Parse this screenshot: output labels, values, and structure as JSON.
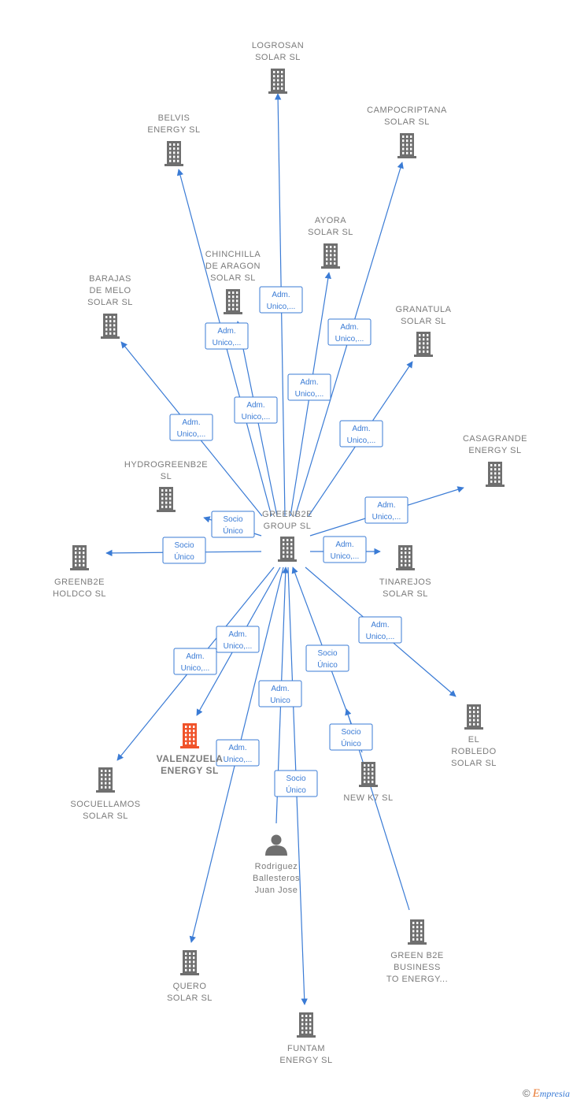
{
  "colors": {
    "edge": "#3a7bd5",
    "building": "#6f6f6f",
    "focus_building": "#f0532a",
    "label": "#7b7b7b"
  },
  "watermark": {
    "symbol": "©",
    "first_letter": "E",
    "rest": "mpresia"
  },
  "nodes": [
    {
      "id": "logrosan",
      "type": "company-icon",
      "label": [
        "LOGROSAN",
        "SOLAR  SL"
      ]
    },
    {
      "id": "belvis",
      "type": "company-icon",
      "label": [
        "BELVIS",
        "ENERGY  SL"
      ]
    },
    {
      "id": "campocriptana",
      "type": "company-icon",
      "label": [
        "CAMPOCRIPTANA",
        "SOLAR  SL"
      ]
    },
    {
      "id": "ayora",
      "type": "company-icon",
      "label": [
        "AYORA",
        "SOLAR  SL"
      ]
    },
    {
      "id": "chinchilla",
      "type": "company-icon",
      "label": [
        "CHINCHILLA",
        "DE ARAGON",
        "SOLAR  SL"
      ]
    },
    {
      "id": "barajas",
      "type": "company-icon",
      "label": [
        "BARAJAS",
        "DE MELO",
        "SOLAR  SL"
      ]
    },
    {
      "id": "granatula",
      "type": "company-icon",
      "label": [
        "GRANATULA",
        "SOLAR  SL"
      ]
    },
    {
      "id": "casagrande",
      "type": "company-icon",
      "label": [
        "CASAGRANDE",
        "ENERGY  SL"
      ]
    },
    {
      "id": "hydrogreen",
      "type": "company-icon",
      "label": [
        "HYDROGREENB2E",
        "SL"
      ]
    },
    {
      "id": "greenb2e_group",
      "type": "company-icon",
      "label": [
        "GREENB2E",
        "GROUP  SL"
      ]
    },
    {
      "id": "greenb2e_holdco",
      "type": "company-icon",
      "label": [
        "GREENB2E",
        "HOLDCO  SL"
      ]
    },
    {
      "id": "tinarejos",
      "type": "company-icon",
      "label": [
        "TINAREJOS",
        "SOLAR  SL"
      ]
    },
    {
      "id": "el_robledo",
      "type": "company-icon",
      "label": [
        "EL",
        "ROBLEDO",
        "SOLAR  SL"
      ]
    },
    {
      "id": "valenzuela",
      "type": "company-icon",
      "label": [
        "VALENZUELA",
        "ENERGY  SL"
      ],
      "focus": true
    },
    {
      "id": "socuellamos",
      "type": "company-icon",
      "label": [
        "SOCUELLAMOS",
        "SOLAR  SL"
      ]
    },
    {
      "id": "new_k7",
      "type": "company-icon",
      "label": [
        "NEW K7  SL"
      ]
    },
    {
      "id": "rodriguez",
      "type": "person-icon",
      "label": [
        "Rodriguez",
        "Ballesteros",
        "Juan Jose"
      ]
    },
    {
      "id": "green_b2e_business",
      "type": "company-icon",
      "label": [
        "GREEN B2E",
        "BUSINESS",
        "TO ENERGY..."
      ]
    },
    {
      "id": "quero",
      "type": "company-icon",
      "label": [
        "QUERO",
        "SOLAR  SL"
      ]
    },
    {
      "id": "funtam",
      "type": "company-icon",
      "label": [
        "FUNTAM",
        "ENERGY  SL"
      ]
    }
  ],
  "edges": [
    {
      "from": "greenb2e_group",
      "to": "logrosan",
      "label": [
        "Adm.",
        "Unico,..."
      ]
    },
    {
      "from": "greenb2e_group",
      "to": "belvis",
      "label": [
        "Adm.",
        "Unico,..."
      ]
    },
    {
      "from": "greenb2e_group",
      "to": "chinchilla",
      "label": [
        "Adm.",
        "Unico,..."
      ]
    },
    {
      "from": "greenb2e_group",
      "to": "campocriptana",
      "label": [
        "Adm.",
        "Unico,..."
      ]
    },
    {
      "from": "greenb2e_group",
      "to": "ayora",
      "label": [
        "Adm.",
        "Unico,..."
      ]
    },
    {
      "from": "greenb2e_group",
      "to": "barajas",
      "label": [
        "Adm.",
        "Unico,..."
      ]
    },
    {
      "from": "greenb2e_group",
      "to": "granatula",
      "label": [
        "Adm.",
        "Unico,..."
      ]
    },
    {
      "from": "greenb2e_group",
      "to": "casagrande",
      "label": [
        "Adm.",
        "Unico,..."
      ]
    },
    {
      "from": "greenb2e_group",
      "to": "hydrogreen",
      "label": [
        "Socio",
        "Único"
      ]
    },
    {
      "from": "greenb2e_group",
      "to": "greenb2e_holdco",
      "label": [
        "Socio",
        "Único"
      ]
    },
    {
      "from": "greenb2e_group",
      "to": "tinarejos",
      "label": [
        "Adm.",
        "Unico,..."
      ]
    },
    {
      "from": "greenb2e_group",
      "to": "el_robledo",
      "label": [
        "Adm.",
        "Unico,..."
      ]
    },
    {
      "from": "greenb2e_group",
      "to": "valenzuela",
      "label": [
        "Adm.",
        "Unico,..."
      ]
    },
    {
      "from": "greenb2e_group",
      "to": "socuellamos",
      "label": [
        "Adm.",
        "Unico,..."
      ]
    },
    {
      "from": "greenb2e_group",
      "to": "quero",
      "label": [
        "Adm.",
        "Unico,..."
      ]
    },
    {
      "from": "rodriguez",
      "to": "greenb2e_group",
      "label": [
        "Adm.",
        "Unico"
      ]
    },
    {
      "from": "new_k7",
      "to": "greenb2e_group",
      "label": [
        "Socio",
        "Único"
      ]
    },
    {
      "from": "green_b2e_business",
      "to": "new_k7",
      "label": [
        "Socio",
        "Único"
      ]
    },
    {
      "from": "greenb2e_group",
      "to": "funtam",
      "label": [
        "Socio",
        "Único"
      ]
    }
  ]
}
